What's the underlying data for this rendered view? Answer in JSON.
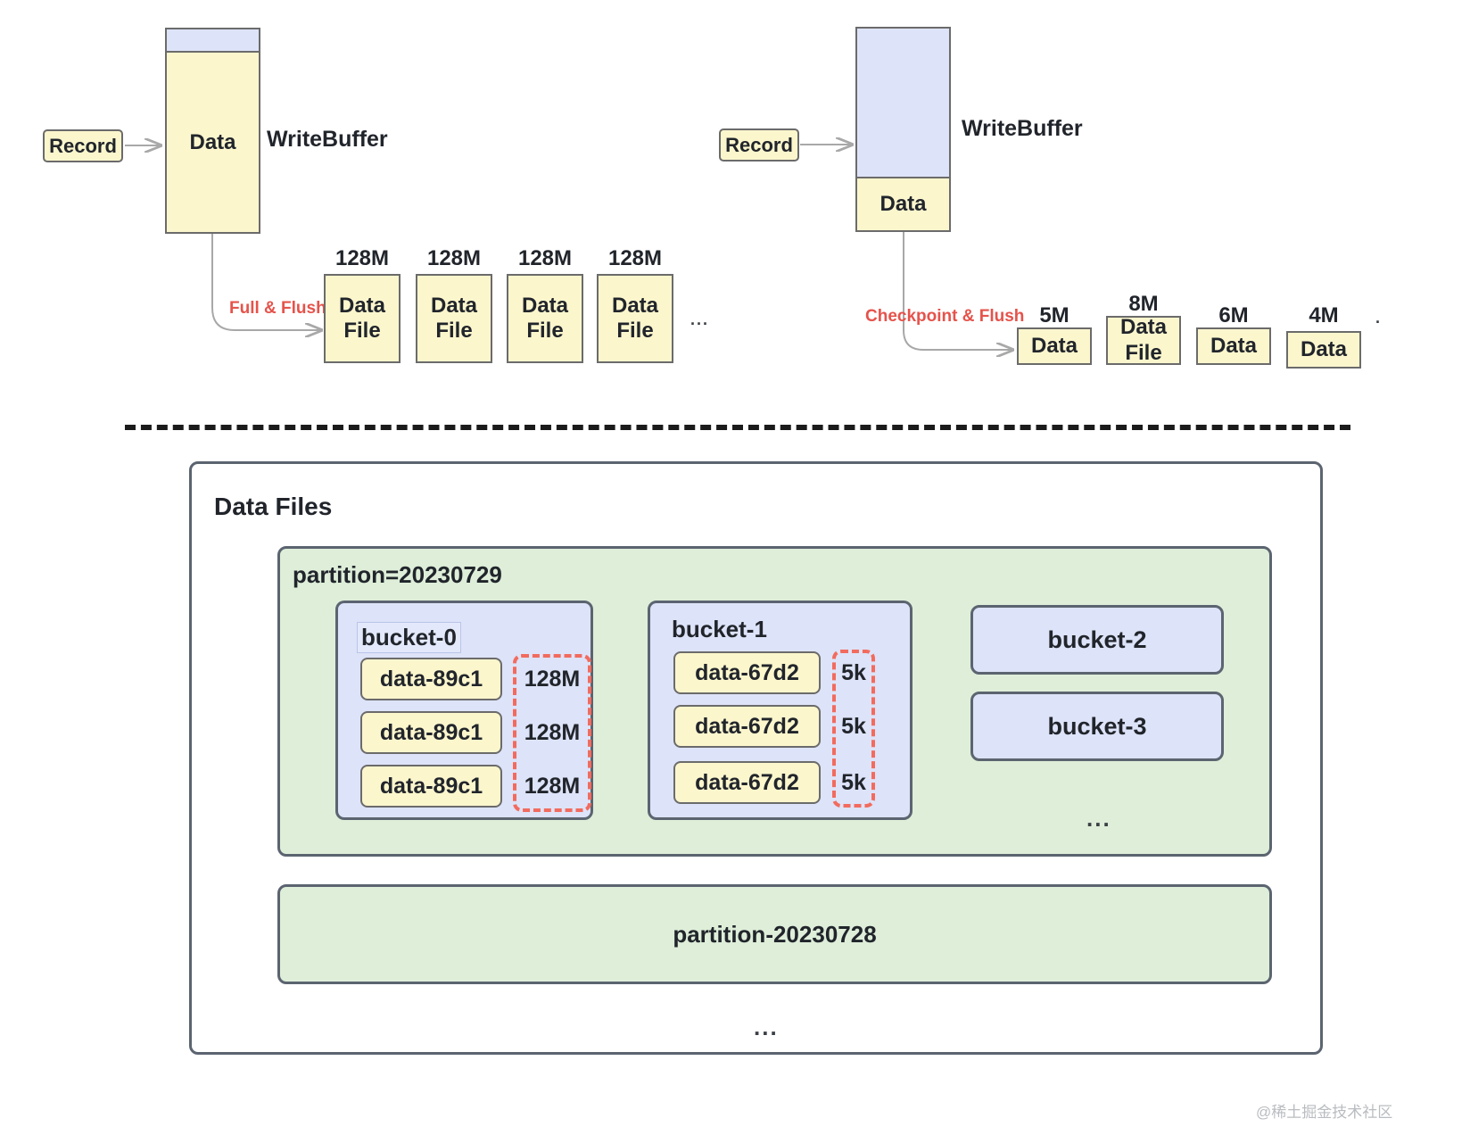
{
  "diagram": {
    "title": "Paimon WriteBuffer flush and Data Files layout",
    "colors": {
      "yellow_fill": "#fcf6cd",
      "blue_fill": "#dde3f8",
      "green_fill": "#deeed9",
      "stroke": "#5b6470",
      "accent_red": "#e5534b",
      "dashed_group": "#f26b5e"
    }
  },
  "left_flow": {
    "record_label": "Record",
    "write_buffer": {
      "caption": "WriteBuffer",
      "data_label": "Data",
      "fill_state": "nearly-full"
    },
    "flush_label": "Full & Flush",
    "files": [
      {
        "size": "128M",
        "line1": "Data",
        "line2": "File"
      },
      {
        "size": "128M",
        "line1": "Data",
        "line2": "File"
      },
      {
        "size": "128M",
        "line1": "Data",
        "line2": "File"
      },
      {
        "size": "128M",
        "line1": "Data",
        "line2": "File"
      }
    ],
    "more": "..."
  },
  "right_flow": {
    "record_label": "Record",
    "write_buffer": {
      "caption": "WriteBuffer",
      "data_label": "Data",
      "fill_state": "mostly-empty"
    },
    "flush_label": "Checkpoint & Flush",
    "files": [
      {
        "size": "5M",
        "line1": "Data",
        "line2": ""
      },
      {
        "size": "8M",
        "line1": "Data",
        "line2": "File"
      },
      {
        "size": "6M",
        "line1": "Data",
        "line2": ""
      },
      {
        "size": "4M",
        "line1": "Data",
        "line2": ""
      }
    ],
    "more": "."
  },
  "data_files_card": {
    "title": "Data Files",
    "more": "...",
    "partitions": [
      {
        "name": "partition=20230729",
        "more": "...",
        "buckets": [
          {
            "name": "bucket-0",
            "highlighted": true,
            "files": [
              {
                "name": "data-89c1",
                "size": "128M"
              },
              {
                "name": "data-89c1",
                "size": "128M"
              },
              {
                "name": "data-89c1",
                "size": "128M"
              }
            ]
          },
          {
            "name": "bucket-1",
            "highlighted": false,
            "files": [
              {
                "name": "data-67d2",
                "size": "5k"
              },
              {
                "name": "data-67d2",
                "size": "5k"
              },
              {
                "name": "data-67d2",
                "size": "5k"
              }
            ]
          },
          {
            "name": "bucket-2",
            "highlighted": false,
            "files": []
          },
          {
            "name": "bucket-3",
            "highlighted": false,
            "files": []
          }
        ]
      },
      {
        "name": "partition-20230728",
        "buckets": []
      }
    ]
  },
  "watermark": {
    "text": "@稀土掘金技术社区"
  }
}
